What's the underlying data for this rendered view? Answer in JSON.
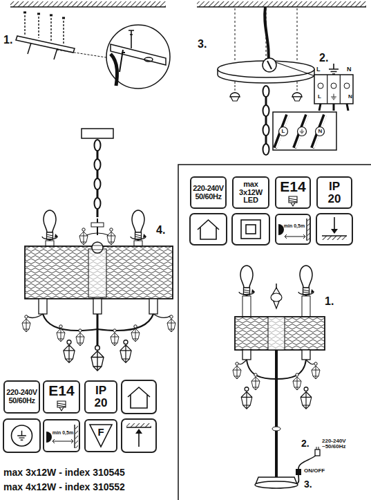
{
  "diagram": {
    "nodes": [
      {
        "text": [
          "220-240V 50/60Hz"
        ]
      },
      {
        "text": [
          "max 3x12W LED"
        ]
      },
      {
        "text": [
          "E14"
        ]
      },
      {
        "text": [
          "IP 20"
        ]
      },
      {
        "text": [
          "min 0,5m"
        ]
      },
      {
        "text": [
          "220-240V 50/60Hz"
        ]
      },
      {
        "text": [
          "E14"
        ]
      },
      {
        "text": [
          "IP 20"
        ]
      },
      {
        "text": [
          "min 0,5m"
        ]
      },
      {
        "text": [
          "F"
        ]
      }
    ],
    "labels": [
      "1.",
      "3.",
      "2.",
      "L",
      "N",
      "L",
      "N",
      "L",
      "N",
      "4.",
      "1.",
      "2.",
      "220-240V ~50/60Hz",
      "ON/OFF",
      "3.",
      "max 3x12W - index 310545",
      "max 4x12W - index 310552"
    ]
  }
}
